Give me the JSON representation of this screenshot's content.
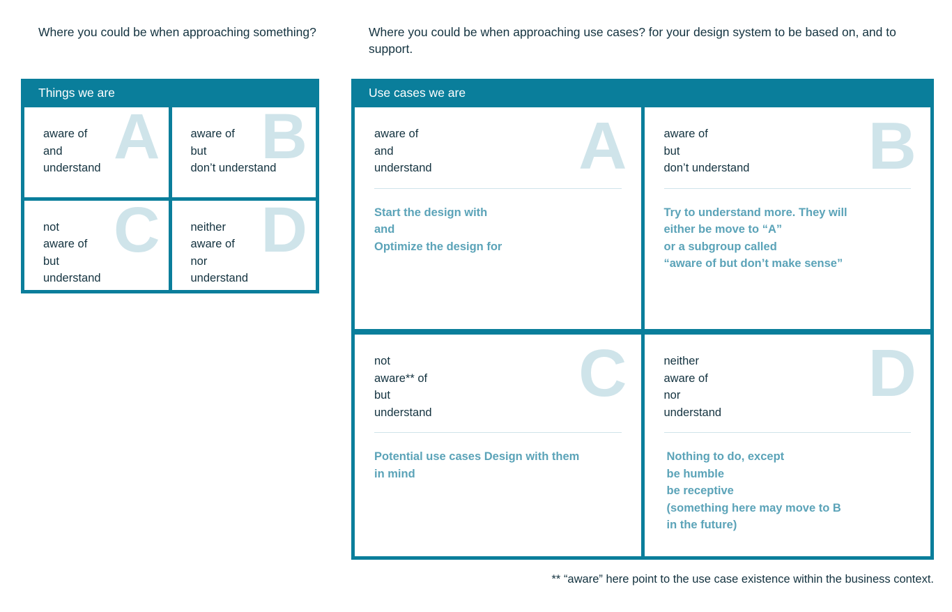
{
  "left_panel": {
    "intro": "Where you could be when approaching something?",
    "bar_label": "Things we are",
    "quadrants": [
      {
        "letter": "A",
        "title": "aware of\nand\nunderstand"
      },
      {
        "letter": "B",
        "title": "aware of\nbut\ndon’t understand"
      },
      {
        "letter": "C",
        "title": "not\naware of\nbut\nunderstand"
      },
      {
        "letter": "D",
        "title": "neither\naware of\nnor\nunderstand"
      }
    ]
  },
  "right_panel": {
    "intro": "Where you could be when approaching use cases? for your design system to be based on, and to support.",
    "bar_label": "Use cases we are",
    "quadrants": [
      {
        "letter": "A",
        "title": "aware of\nand\nunderstand",
        "action": "Start the design with\nand\nOptimize the design for"
      },
      {
        "letter": "B",
        "title": "aware of\nbut\ndon’t understand",
        "action": "Try to understand more. They will\neither be move to “A”\nor a subgroup called\n“aware of but don’t make sense”"
      },
      {
        "letter": "C",
        "title": "not\naware** of\nbut\nunderstand",
        "action": "Potential use cases Design with them\nin mind"
      },
      {
        "letter": "D",
        "title": "neither\naware of\nnor\nunderstand",
        "action": "Nothing to do, except\nbe humble\nbe receptive\n(something here may move to B\nin the future)"
      }
    ]
  },
  "footnote": "** “aware” here point to the use case existence within the business context.",
  "colors": {
    "teal_primary": "#0a7e9b",
    "teal_action_text": "#5ba3b8",
    "watermark": "#cfe4ea",
    "body_text": "#13323f",
    "panel_background": "#ffffff"
  }
}
